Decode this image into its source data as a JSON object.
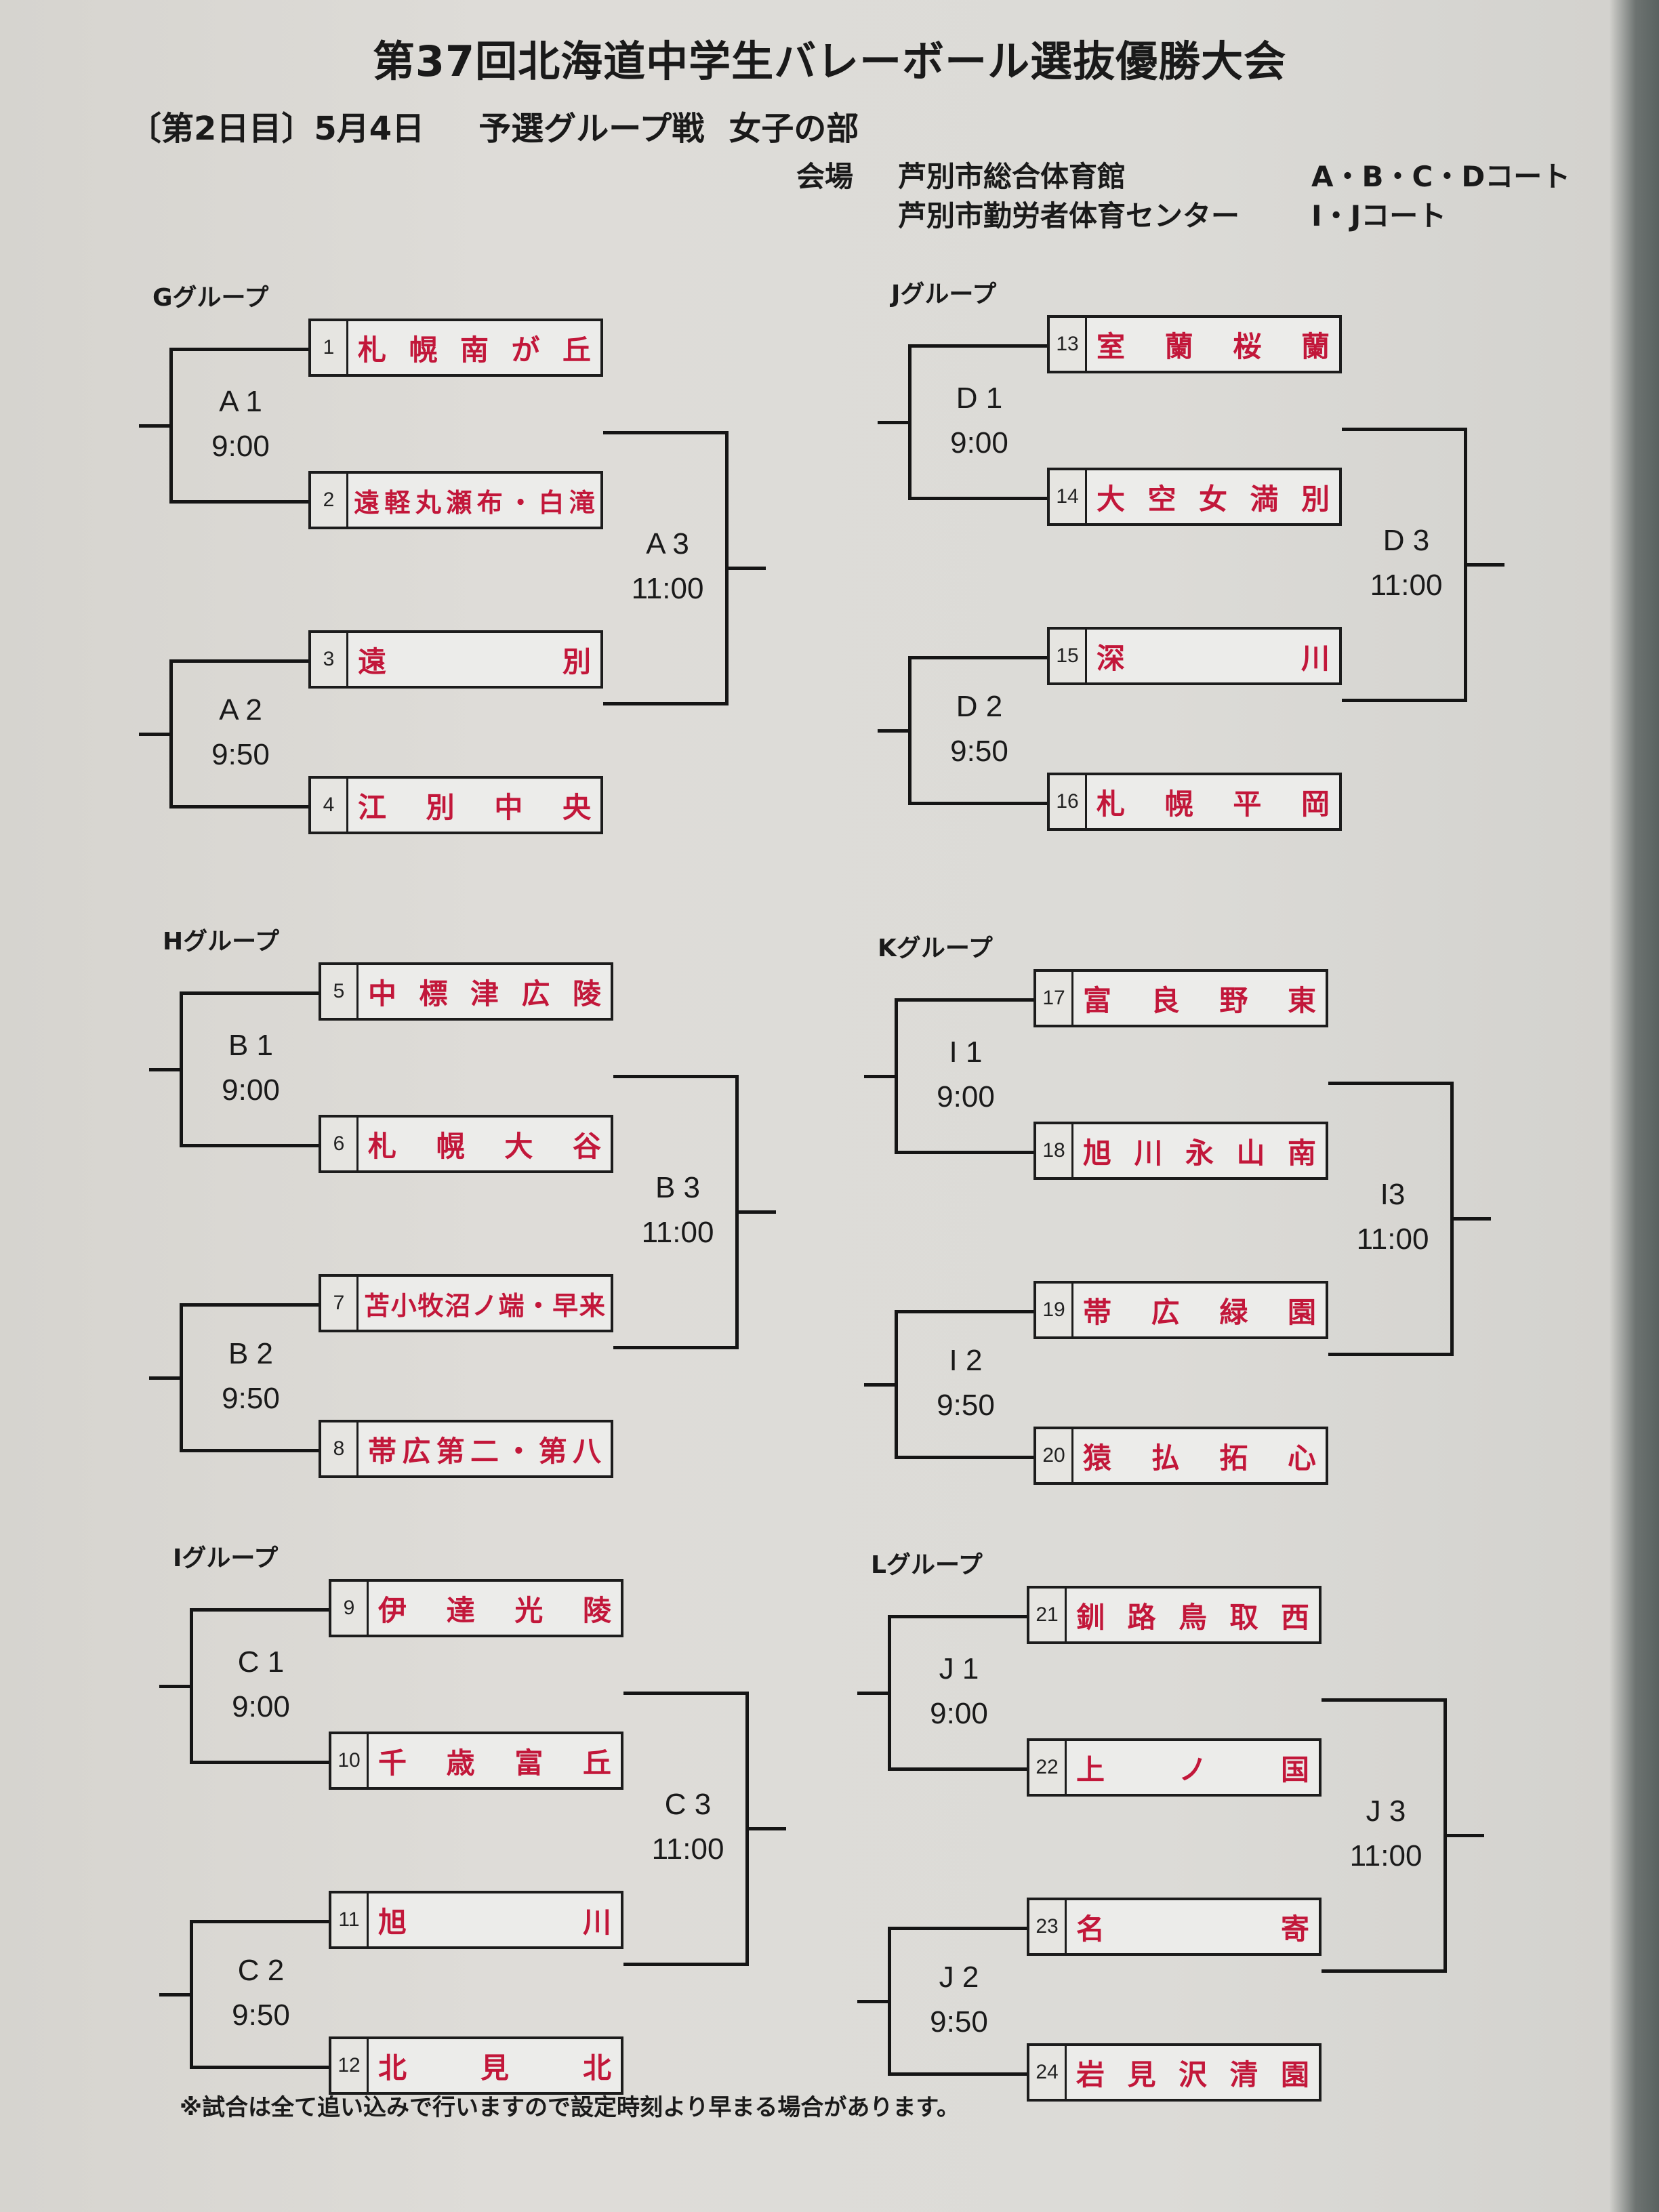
{
  "header": {
    "title": "第37回北海道中学生バレーボール選抜優勝大会",
    "day": "〔第2日目〕5月4日",
    "event": "予選グループ戦",
    "division": "女子の部",
    "venue_label": "会場",
    "venues": [
      {
        "name": "芦別市総合体育館",
        "courts": "A・B・C・Dコート"
      },
      {
        "name": "芦別市勤労者体育センター",
        "courts": "I・Jコート"
      }
    ]
  },
  "colors": {
    "team_name": "#c2173a",
    "line": "#151515",
    "paper": "#dcdbd7"
  },
  "groups": [
    {
      "label": "Gグループ",
      "teams": [
        {
          "seed": "1",
          "name": [
            "札",
            "幌",
            "南",
            "が",
            "丘"
          ]
        },
        {
          "seed": "2",
          "name": [
            "遠",
            "軽",
            "丸",
            "瀬",
            "布",
            "・",
            "白",
            "滝"
          ]
        },
        {
          "seed": "3",
          "name": [
            "遠",
            "別"
          ]
        },
        {
          "seed": "4",
          "name": [
            "江",
            "別",
            "中",
            "央"
          ]
        }
      ],
      "matches": [
        {
          "code": "A 1",
          "time": "9:00"
        },
        {
          "code": "A 2",
          "time": "9:50"
        },
        {
          "code": "A 3",
          "time": "11:00"
        }
      ]
    },
    {
      "label": "Hグループ",
      "teams": [
        {
          "seed": "5",
          "name": [
            "中",
            "標",
            "津",
            "広",
            "陵"
          ]
        },
        {
          "seed": "6",
          "name": [
            "札",
            "幌",
            "大",
            "谷"
          ]
        },
        {
          "seed": "7",
          "name": [
            "苫",
            "小",
            "牧",
            "沼",
            "ノ",
            "端",
            "・",
            "早",
            "来"
          ]
        },
        {
          "seed": "8",
          "name": [
            "帯",
            "広",
            "第",
            "二",
            "・",
            "第",
            "八"
          ]
        }
      ],
      "matches": [
        {
          "code": "B 1",
          "time": "9:00"
        },
        {
          "code": "B 2",
          "time": "9:50"
        },
        {
          "code": "B 3",
          "time": "11:00"
        }
      ]
    },
    {
      "label": "Iグループ",
      "teams": [
        {
          "seed": "9",
          "name": [
            "伊",
            "達",
            "光",
            "陵"
          ]
        },
        {
          "seed": "10",
          "name": [
            "千",
            "歳",
            "富",
            "丘"
          ]
        },
        {
          "seed": "11",
          "name": [
            "旭",
            "川"
          ]
        },
        {
          "seed": "12",
          "name": [
            "北",
            "見",
            "北"
          ]
        }
      ],
      "matches": [
        {
          "code": "C 1",
          "time": "9:00"
        },
        {
          "code": "C 2",
          "time": "9:50"
        },
        {
          "code": "C 3",
          "time": "11:00"
        }
      ]
    },
    {
      "label": "Jグループ",
      "teams": [
        {
          "seed": "13",
          "name": [
            "室",
            "蘭",
            "桜",
            "蘭"
          ]
        },
        {
          "seed": "14",
          "name": [
            "大",
            "空",
            "女",
            "満",
            "別"
          ]
        },
        {
          "seed": "15",
          "name": [
            "深",
            "川"
          ]
        },
        {
          "seed": "16",
          "name": [
            "札",
            "幌",
            "平",
            "岡"
          ]
        }
      ],
      "matches": [
        {
          "code": "D 1",
          "time": "9:00"
        },
        {
          "code": "D 2",
          "time": "9:50"
        },
        {
          "code": "D 3",
          "time": "11:00"
        }
      ]
    },
    {
      "label": "Kグループ",
      "teams": [
        {
          "seed": "17",
          "name": [
            "富",
            "良",
            "野",
            "東"
          ]
        },
        {
          "seed": "18",
          "name": [
            "旭",
            "川",
            "永",
            "山",
            "南"
          ]
        },
        {
          "seed": "19",
          "name": [
            "帯",
            "広",
            "緑",
            "園"
          ]
        },
        {
          "seed": "20",
          "name": [
            "猿",
            "払",
            "拓",
            "心"
          ]
        }
      ],
      "matches": [
        {
          "code": "I 1",
          "time": "9:00"
        },
        {
          "code": "I 2",
          "time": "9:50"
        },
        {
          "code": "I3",
          "time": "11:00"
        }
      ]
    },
    {
      "label": "Lグループ",
      "teams": [
        {
          "seed": "21",
          "name": [
            "釧",
            "路",
            "鳥",
            "取",
            "西"
          ]
        },
        {
          "seed": "22",
          "name": [
            "上",
            "ノ",
            "国"
          ]
        },
        {
          "seed": "23",
          "name": [
            "名",
            "寄"
          ]
        },
        {
          "seed": "24",
          "name": [
            "岩",
            "見",
            "沢",
            "清",
            "園"
          ]
        }
      ],
      "matches": [
        {
          "code": "J 1",
          "time": "9:00"
        },
        {
          "code": "J 2",
          "time": "9:50"
        },
        {
          "code": "J 3",
          "time": "11:00"
        }
      ]
    }
  ],
  "footnote": "※試合は全て追い込みで行いますので設定時刻より早まる場合があります。"
}
